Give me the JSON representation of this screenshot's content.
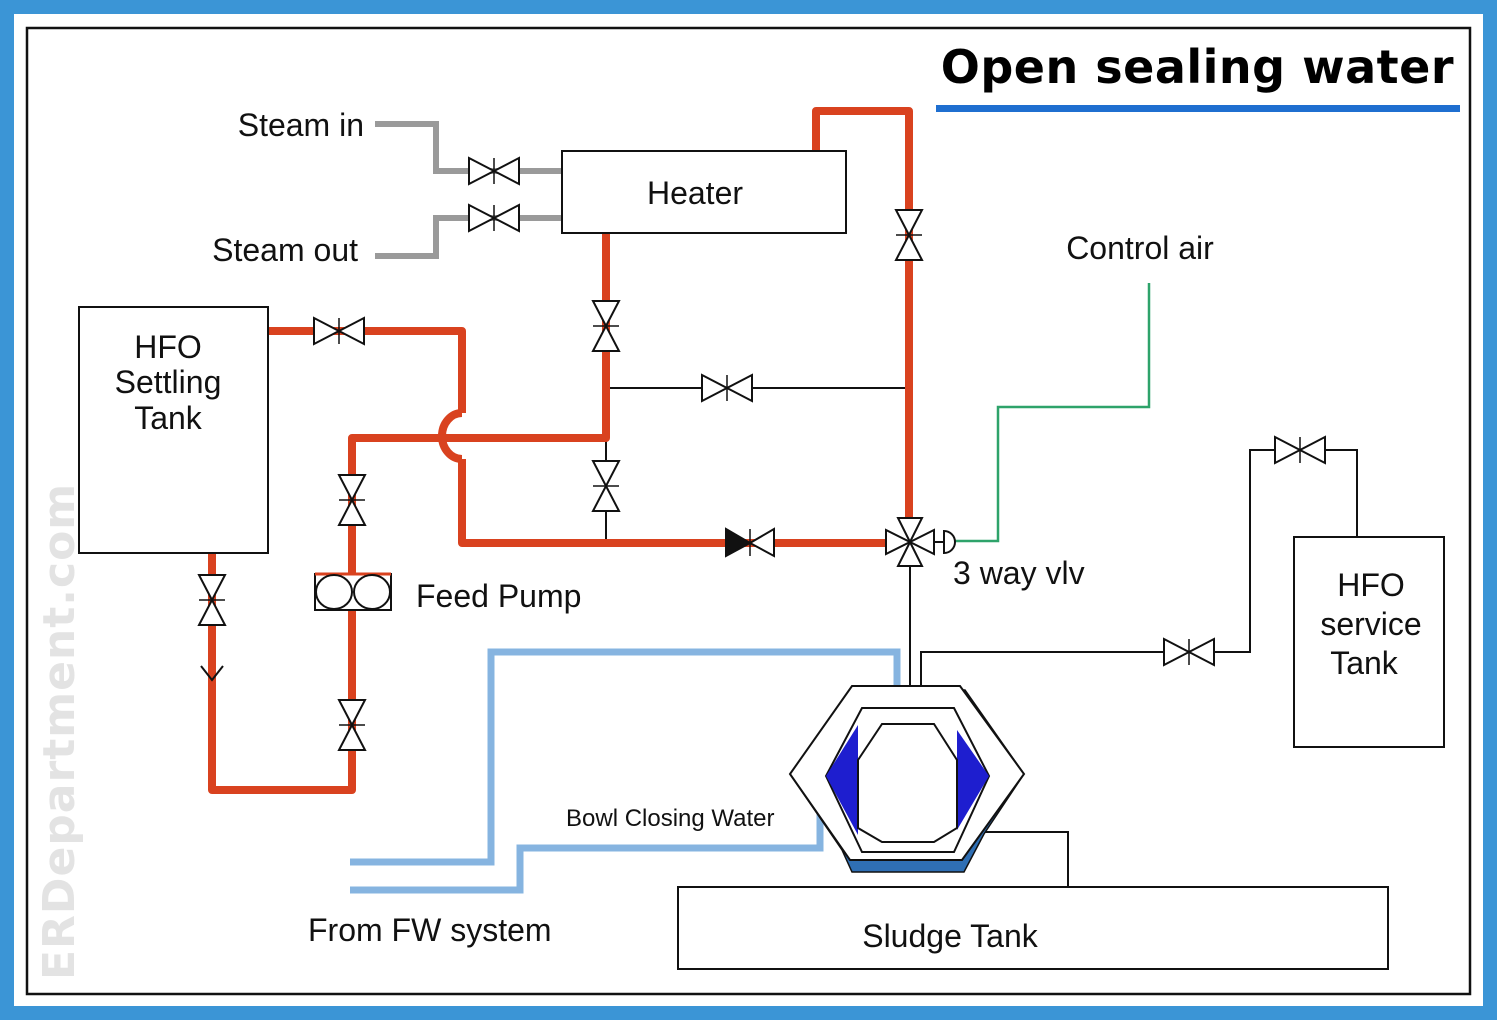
{
  "title": "Open sealing water",
  "watermark": "ERDepartment.com",
  "labels": {
    "steam_in": "Steam in",
    "steam_out": "Steam out",
    "heater": "Heater",
    "settling_tank": [
      "HFO",
      "Settling",
      "Tank"
    ],
    "feed_pump": "Feed Pump",
    "control_air": "Control air",
    "three_way_valve": "3 way vlv",
    "service_tank": [
      "HFO",
      "service",
      "Tank"
    ],
    "bowl_closing_water": "Bowl Closing Water",
    "from_fw_system": "From FW system",
    "sludge_tank": "Sludge Tank"
  },
  "colors": {
    "border": "#3b95d6",
    "title_underline": "#1f6fd0",
    "hfo_line": "#d9421f",
    "steam_line": "#9a9a9a",
    "water_line": "#86b4e0",
    "control_air_line": "#2ea36a",
    "bowl_blue": "#1e1ecf",
    "bowl_base": "#2f6fb4"
  }
}
